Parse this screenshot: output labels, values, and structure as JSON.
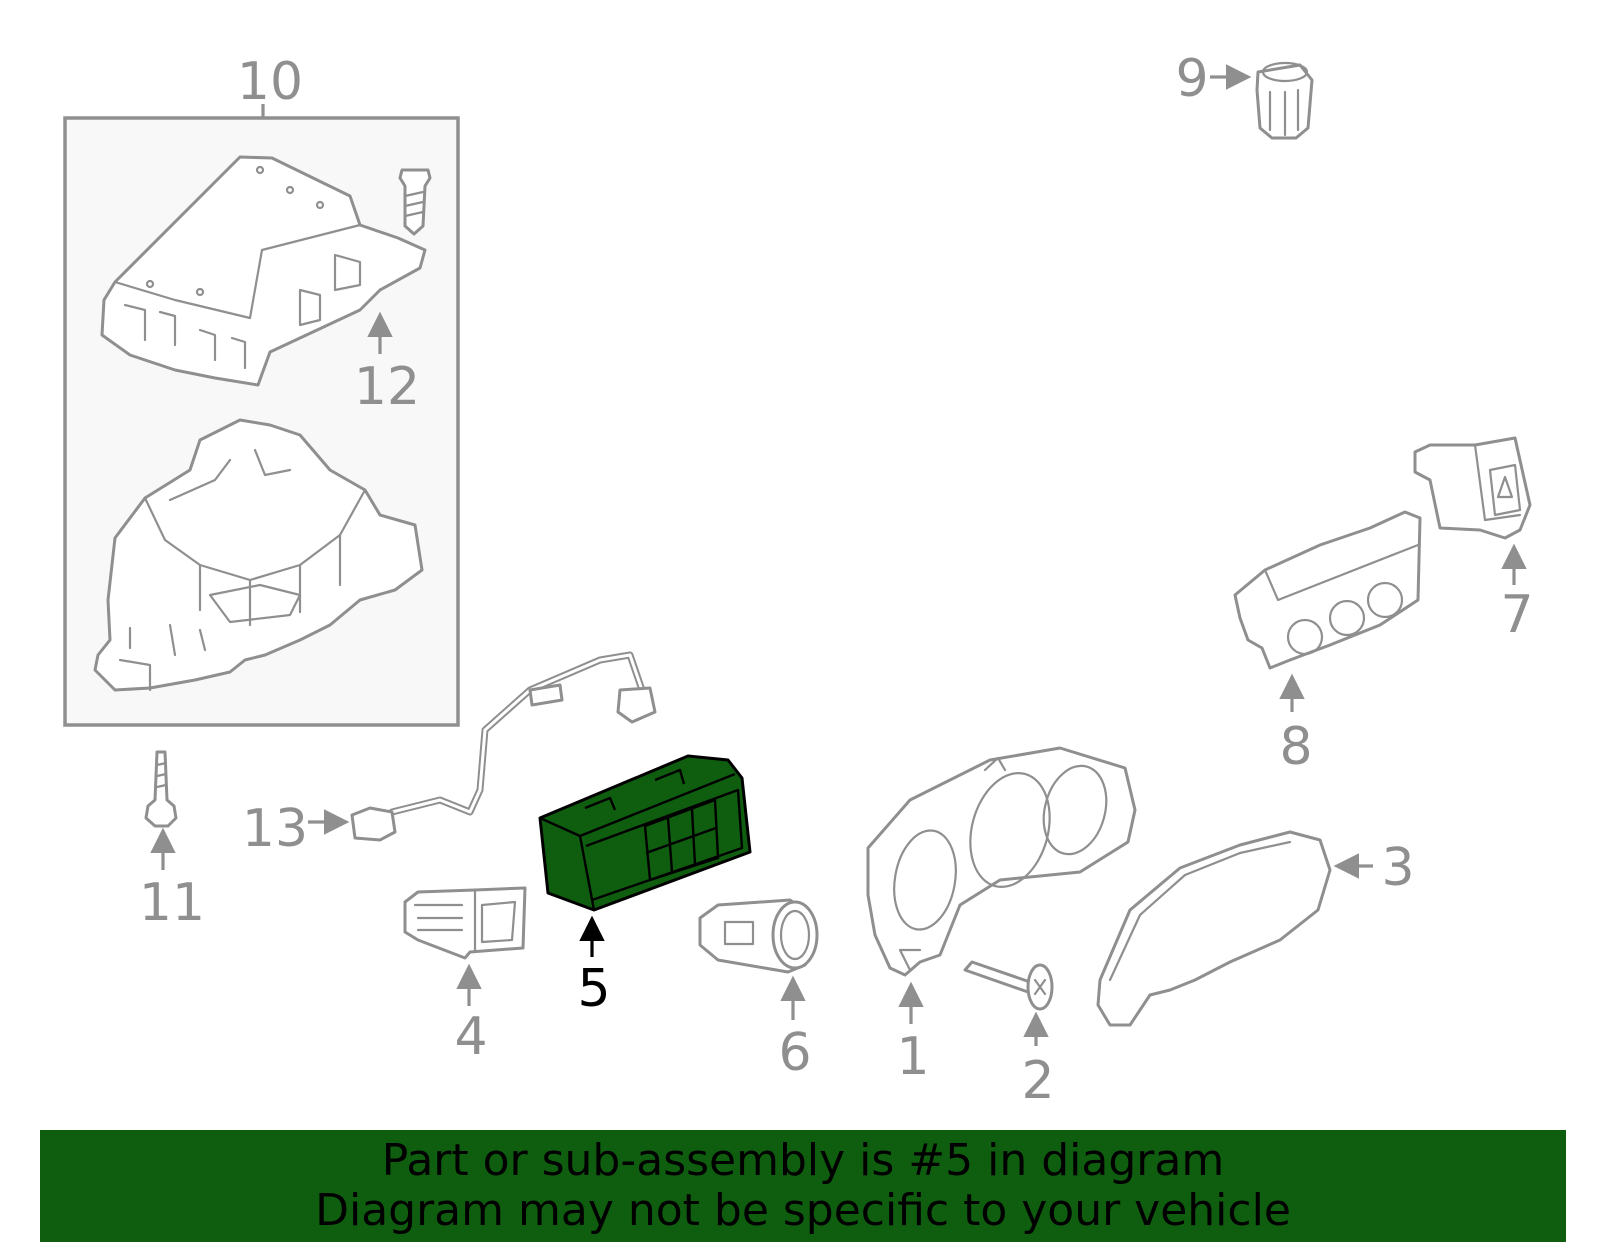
{
  "callouts": {
    "c1": "1",
    "c2": "2",
    "c3": "3",
    "c4": "4",
    "c5": "5",
    "c6": "6",
    "c7": "7",
    "c8": "8",
    "c9": "9",
    "c10": "10",
    "c11": "11",
    "c12": "12",
    "c13": "13"
  },
  "highlight": {
    "part_number": "5",
    "color": "#0f5e0f"
  },
  "banner": {
    "line1": "Part or sub-assembly is #5 in diagram",
    "line2": "Diagram may not be specific to your vehicle"
  }
}
